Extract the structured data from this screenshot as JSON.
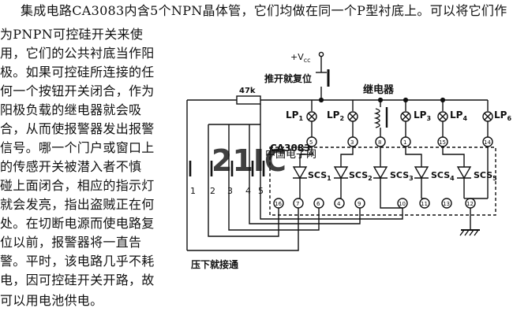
{
  "document": {
    "lines": [
      "集成电路CA3083内含5个NPN晶体管，它们均做在同一个P型衬底上。可以将它们作",
      "为PNPN可控硅开关来使",
      "用，它们的公共衬底当作阳",
      "极。如果可控硅所连接的任",
      "何一个按钮开关闭合，作为",
      "阳极负载的继电器就会吸",
      "合，从而使报警器发出报警",
      "信号。哪一个门户或窗口上",
      "的传感开关被潜入者不慎",
      "碰上面闭合，相应的指示灯",
      "就会发亮，指出盗贼正在何",
      "处。在切断电源而使电路复",
      "位以前，报警器将一直告",
      "警。平时，该电路几乎不耗",
      "电，因可控硅开关开路，故",
      "可以用电池供电。"
    ]
  },
  "schematic": {
    "supply_label": "+V",
    "supply_sub": "cc",
    "reset_label": "推开就复位",
    "relay_label": "继电器",
    "resistor_label": "47k",
    "ic_label": "CA3083",
    "press_label": "压下就接通",
    "watermark": "21IC",
    "watermark_cn": "中国电子网",
    "lamps": [
      {
        "name": "LP",
        "sub": "1"
      },
      {
        "name": "LP",
        "sub": "2"
      },
      {
        "name": "LP",
        "sub": "3"
      },
      {
        "name": "LP",
        "sub": "4"
      },
      {
        "name": "LP",
        "sub": "6"
      }
    ],
    "scs": [
      {
        "name": "SCS",
        "sub": "1"
      },
      {
        "name": "SCS",
        "sub": "2"
      },
      {
        "name": "SCS",
        "sub": "3"
      },
      {
        "name": "SCS",
        "sub": "4"
      },
      {
        "name": "SCS",
        "sub": "5"
      }
    ],
    "switches": [
      "1",
      "2",
      "3",
      "4",
      "5"
    ],
    "pins_top": [
      "5",
      "3",
      "8",
      "1",
      "15",
      "14"
    ],
    "pins_bottom": [
      "16",
      "7",
      "6",
      "4",
      "9",
      "10",
      "11",
      "13",
      "12"
    ]
  }
}
